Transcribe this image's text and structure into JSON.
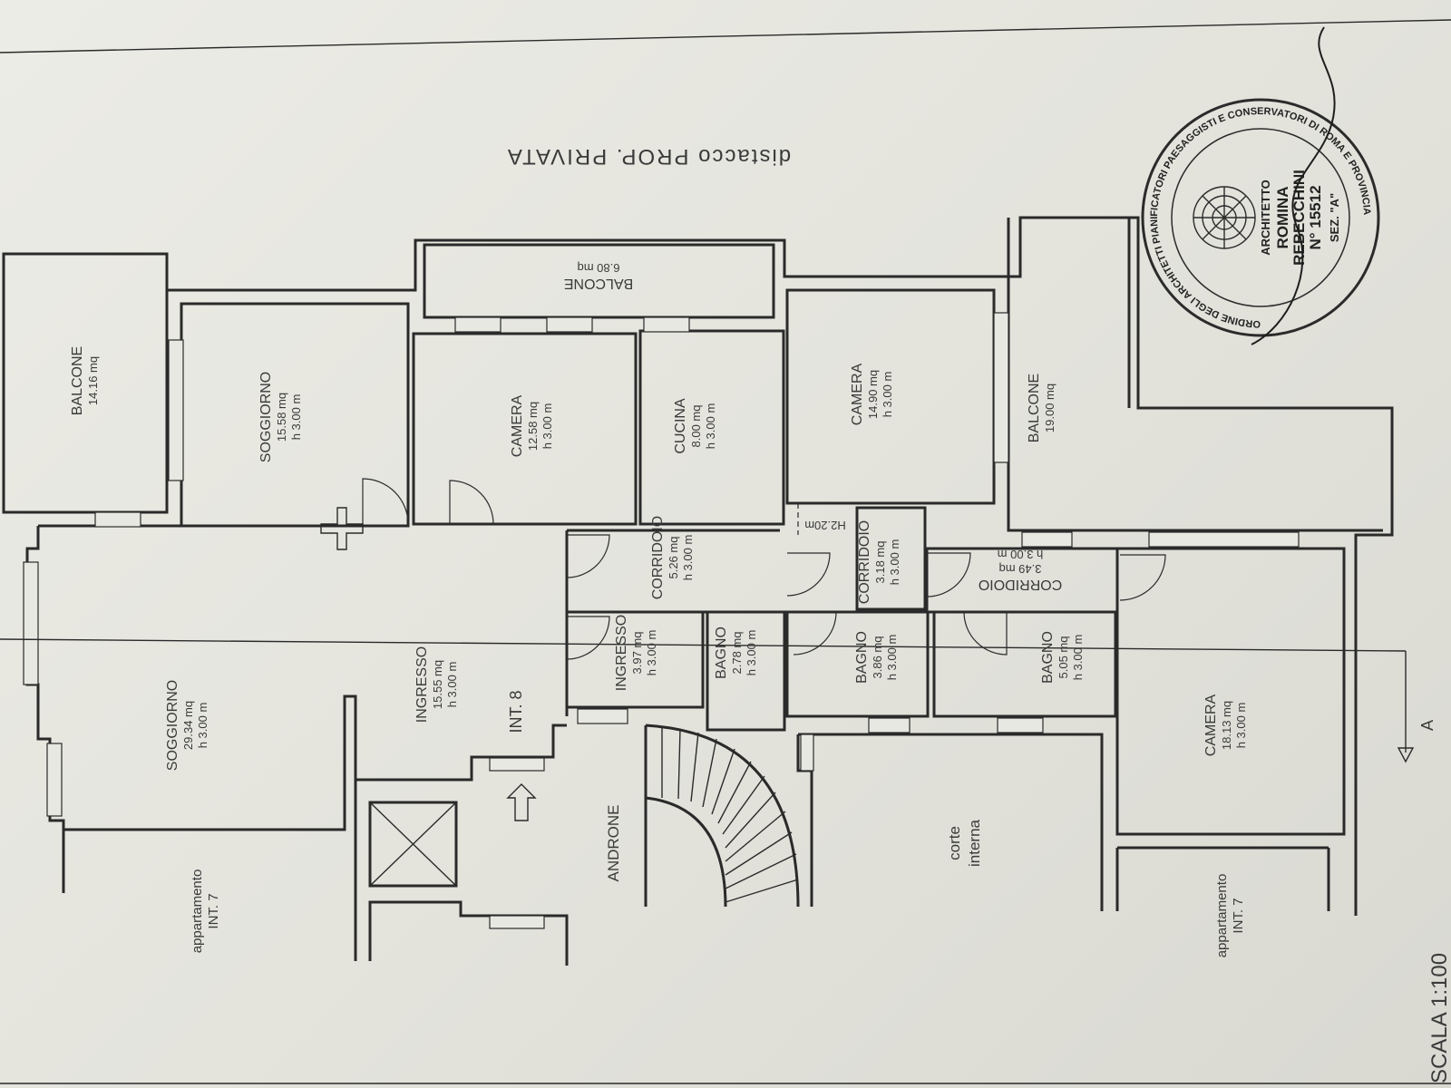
{
  "header": {
    "note": "distacco PROP. PRIVATA"
  },
  "rooms": [
    {
      "name": "BALCONE",
      "area": "14.16 mq",
      "height": ""
    },
    {
      "name": "SOGGIORNO",
      "area": "15.58 mq",
      "height": "h 3.00 m"
    },
    {
      "name": "BALCONE",
      "area": "6.80 mq",
      "height": ""
    },
    {
      "name": "CAMERA",
      "area": "12.58 mq",
      "height": "h 3.00 m"
    },
    {
      "name": "CUCINA",
      "area": "8.00 mq",
      "height": "h 3.00 m"
    },
    {
      "name": "CAMERA",
      "area": "14.90 mq",
      "height": "h 3.00 m"
    },
    {
      "name": "BALCONE",
      "area": "19.00 mq",
      "height": ""
    },
    {
      "name": "SOGGIORNO",
      "area": "29.34 mq",
      "height": "h 3.00 m"
    },
    {
      "name": "INGRESSO",
      "area": "15.55 mq",
      "height": "h 3.00 m"
    },
    {
      "name": "CORRIDOIO",
      "area": "5.26 mq",
      "height": "h 3.00 m"
    },
    {
      "name": "INGRESSO",
      "area": "3.97 mq",
      "height": "h 3.00 m"
    },
    {
      "name": "BAGNO",
      "area": "2.78 mq",
      "height": "h 3.00 m"
    },
    {
      "name": "CORRIDOIO",
      "area": "3.18 mq",
      "height": "h 3.00 m"
    },
    {
      "name": "BAGNO",
      "area": "3.86 mq",
      "height": "h 3.00 m"
    },
    {
      "name": "CORRIDOIO",
      "area": "3.49 mq",
      "height": "h 3.00 m"
    },
    {
      "name": "BAGNO",
      "area": "5.05 mq",
      "height": "h 3.00 m"
    },
    {
      "name": "CAMERA",
      "area": "18.13 mq",
      "height": "h 3.00 m"
    }
  ],
  "labels": {
    "int8": "INT. 8",
    "androne": "ANDRONE",
    "corte_1": "corte",
    "corte_2": "interna",
    "apt_left_1": "appartamento",
    "apt_left_2": "INT. 7",
    "apt_right_1": "appartamento",
    "apt_right_2": "INT. 7",
    "h220": "H2.20m",
    "section": "A"
  },
  "scale": "SCALA  1:100",
  "stamp": {
    "line1": "ARCHITETTO",
    "line2": "ROMINA",
    "line3": "REBECCHINI",
    "line4": "N° 15512",
    "line5": "SEZ. \"A\"",
    "ring": "ORDINE DEGLI ARCHITETTI PIANIFICATORI PAESAGGISTI E CONSERVATORI DI ROMA E PROVINCIA"
  }
}
